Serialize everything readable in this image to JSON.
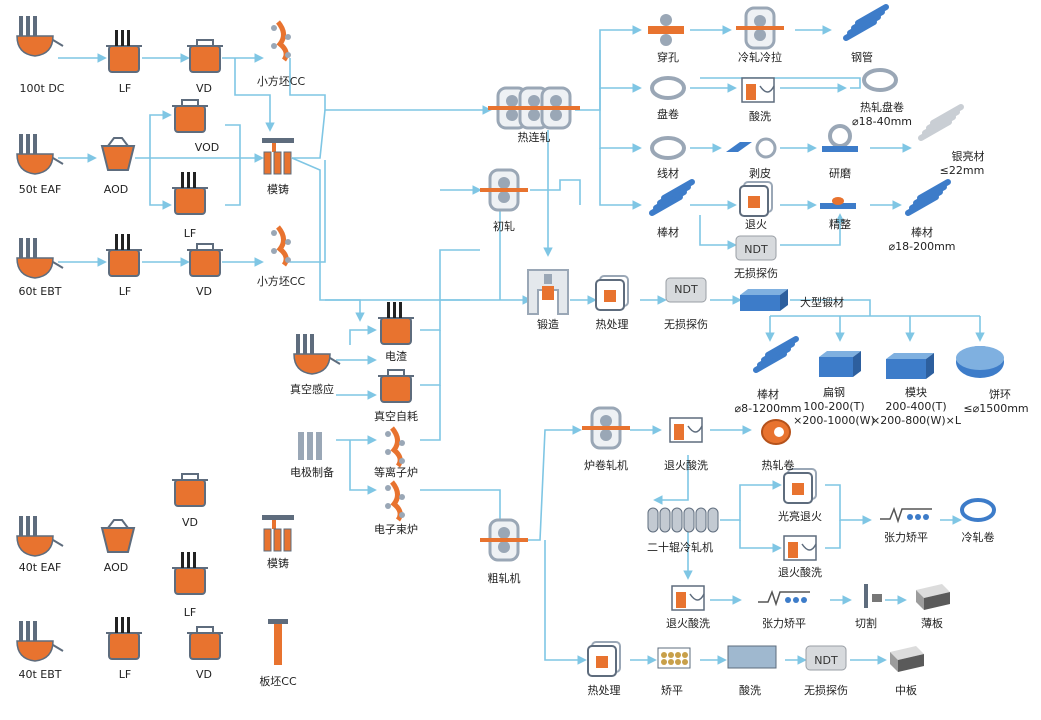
{
  "colors": {
    "flow_line": "#7fc6e4",
    "molten": "#e8732f",
    "equipment": "#9aa7b6",
    "equipment_dark": "#5e6c7d",
    "product_blue": "#3d7cc9"
  },
  "nodes": {
    "dc100": "100t DC",
    "lf1": "LF",
    "vd1": "VD",
    "billet_cc1": "小方坯CC",
    "eaf50": "50t EAF",
    "aod1": "AOD",
    "vod": "VOD",
    "lf2": "LF",
    "ingot1": "模铸",
    "ebt60": "60t EBT",
    "lf3": "LF",
    "vd2": "VD",
    "billet_cc2": "小方坯CC",
    "vim": "真空感应",
    "esr": "电渣",
    "var": "真空自耗",
    "electrode": "电极制备",
    "plasma": "等离子炉",
    "ebm": "电子束炉",
    "eaf40": "40t EAF",
    "aod2": "AOD",
    "vd3": "VD",
    "lf4": "LF",
    "ingot2": "模铸",
    "ebt40": "40t EBT",
    "lf5": "LF",
    "vd4": "VD",
    "slab_cc": "板坯CC",
    "hot_cont_mill": "热连轧",
    "blooming": "初轧",
    "forging": "锻造",
    "heat_treat1": "热处理",
    "ndt1": "无损探伤",
    "large_forgings": "大型锻材",
    "piercing": "穿孔",
    "cold_roll_draw": "冷轧冷拉",
    "steel_pipe": "钢管",
    "coil": "盘卷",
    "pickling1": "酸洗",
    "hot_coil": "热轧盘卷",
    "hot_coil_size": "⌀18-40mm",
    "wire": "线材",
    "peeling": "剥皮",
    "grinding": "研磨",
    "bright_bar": "银亮材",
    "bright_bar_size": "≤22mm",
    "bar": "棒材",
    "annealing1": "退火",
    "finishing": "精整",
    "bar_out": "棒材",
    "bar_out_size": "⌀18-200mm",
    "ndt2": "无损探伤",
    "forged_bar": "棒材",
    "forged_bar_size": "⌀8-1200mm",
    "flat_steel": "扁钢",
    "flat_size1": "100-200(T)",
    "flat_size2": "×200-1000(W)",
    "block": "模块",
    "block_size1": "200-400(T)",
    "block_size2": "×200-800(W)×L",
    "ring": "饼环",
    "ring_size": "≤⌀1500mm",
    "steckel": "炉卷轧机",
    "anneal_pickle1": "退火酸洗",
    "hot_roll_coil": "热轧卷",
    "z_mill": "二十辊冷轧机",
    "bright_anneal": "光亮退火",
    "tension_level1": "张力矫平",
    "cold_coil": "冷轧卷",
    "anneal_pickle2": "退火酸洗",
    "anneal_pickle3": "退火酸洗",
    "tension_level2": "张力矫平",
    "cutting": "切割",
    "sheet": "薄板",
    "rougher": "粗轧机",
    "heat_treat2": "热处理",
    "leveling": "矫平",
    "pickling2": "酸洗",
    "ndt3": "无损探伤",
    "plate": "中板",
    "ndt_tag": "NDT"
  }
}
